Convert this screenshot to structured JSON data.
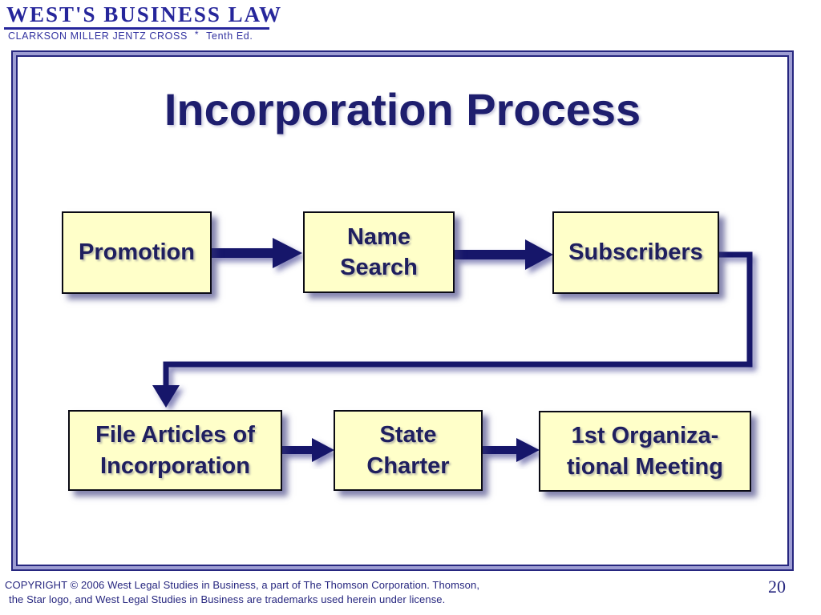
{
  "brand": {
    "title": "WEST'S BUSINESS LAW",
    "authors": "CLARKSON MILLER JENTZ CROSS",
    "star_glyph": "*",
    "edition": "Tenth Ed."
  },
  "slide": {
    "title": "Incorporation Process",
    "page_number": "20"
  },
  "diagram": {
    "type": "flowchart",
    "nodes": [
      {
        "id": "promotion",
        "label": "Promotion"
      },
      {
        "id": "name-search",
        "label": "Name\nSearch"
      },
      {
        "id": "subscribers",
        "label": "Subscribers"
      },
      {
        "id": "file-articles",
        "label": "File Articles of\nIncorporation"
      },
      {
        "id": "state-charter",
        "label": "State\nCharter"
      },
      {
        "id": "first-org-meeting",
        "label": "1st Organiza-\ntional Meeting"
      }
    ],
    "connections": [
      {
        "from": "promotion",
        "to": "name-search"
      },
      {
        "from": "name-search",
        "to": "subscribers"
      },
      {
        "from": "subscribers",
        "to": "file-articles"
      },
      {
        "from": "file-articles",
        "to": "state-charter"
      },
      {
        "from": "state-charter",
        "to": "first-org-meeting"
      }
    ]
  },
  "footer": {
    "line1": "COPYRIGHT © 2006 West Legal Studies in Business, a part of The Thomson Corporation. Thomson,",
    "line2": "the Star logo, and West Legal Studies in Business are trademarks used herein under license."
  },
  "colors": {
    "navy_text": "#1F1F5F",
    "title_navy": "#1E1E6E",
    "brand_navy": "#26269B",
    "frame_navy": "#26267F",
    "frame_band": "#9D9DD3",
    "node_fill": "#FFFFC9",
    "node_border": "#0A0A14",
    "arrow_navy": "#16166B",
    "shadow_blue": "#3C3C8F"
  }
}
